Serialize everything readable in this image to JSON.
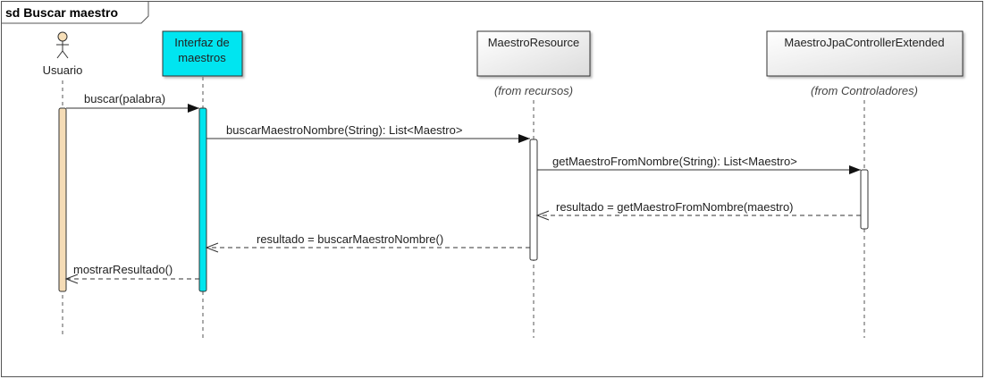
{
  "frame": {
    "title": "sd Buscar maestro"
  },
  "colors": {
    "frame": "#555555",
    "interface_box": "#00e5f0",
    "interface_activation": "#00e5ee",
    "user_activation": "#f5dcb6",
    "class_box_top": "#ffffff",
    "class_box_bottom": "#e0e0e0",
    "line": "#333333"
  },
  "participants": {
    "usuario": {
      "label": "Usuario"
    },
    "interfaz": {
      "line1": "Interfaz de",
      "line2": "maestros"
    },
    "resource": {
      "label": "MaestroResource",
      "from": "(from recursos)"
    },
    "controller": {
      "label": "MaestroJpaControllerExtended",
      "from": "(from Controladores)"
    }
  },
  "messages": [
    {
      "label": "buscar(palabra)",
      "kind": "sync"
    },
    {
      "label": "buscarMaestroNombre(String): List<Maestro>",
      "kind": "sync"
    },
    {
      "label": "getMaestroFromNombre(String): List<Maestro>",
      "kind": "sync"
    },
    {
      "label": "resultado = getMaestroFromNombre(maestro)",
      "kind": "return"
    },
    {
      "label": "resultado = buscarMaestroNombre()",
      "kind": "return"
    },
    {
      "label": "mostrarResultado()",
      "kind": "return"
    }
  ]
}
